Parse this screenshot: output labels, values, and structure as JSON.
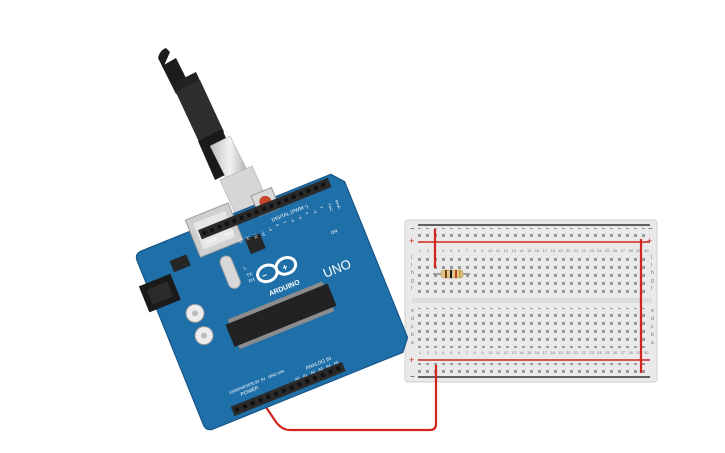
{
  "board": {
    "brand": "ARDUINO",
    "model": "UNO",
    "aref_label": "AREF",
    "gnd_label": "GND",
    "digital_label": "DIGITAL (PWM~)",
    "power_label": "POWER",
    "analog_label": "ANALOG IN",
    "ioref_label": "IOREF",
    "reset_label": "RESET",
    "v33_label": "3.3V",
    "v5_label": "5V",
    "gnd2_label": "GND",
    "vin_label": "VIN",
    "on_label": "ON",
    "tx_label": "TX",
    "rx_label": "RX",
    "l_label": "L",
    "digital_pins": [
      "13",
      "12",
      "~11",
      "~10",
      "~9",
      "8",
      "7",
      "~6",
      "~5",
      "4",
      "~3",
      "2",
      "TX▸1",
      "RX◂0"
    ],
    "analog_pins": [
      "A0",
      "A1",
      "A2",
      "A3",
      "A4",
      "A5"
    ]
  },
  "breadboard": {
    "plus_label": "+",
    "minus_label": "−",
    "row_letters_top": [
      "j",
      "i",
      "h",
      "g",
      "f"
    ],
    "row_letters_bottom": [
      "e",
      "d",
      "c",
      "b",
      "a"
    ],
    "columns": [
      "1",
      "2",
      "3",
      "4",
      "5",
      "6",
      "7",
      "8",
      "9",
      "10",
      "11",
      "12",
      "13",
      "14",
      "15",
      "16",
      "17",
      "18",
      "19",
      "20",
      "21",
      "22",
      "23",
      "24",
      "25",
      "26",
      "27",
      "28",
      "29",
      "30"
    ]
  },
  "colors": {
    "board_blue": "#1f6fa8",
    "board_blue_dark": "#17568a",
    "wire_red": "#d0241c",
    "usb_black": "#1c1c1c",
    "breadboard_body": "#e9e9e9",
    "breadboard_rail_red": "#d0241c",
    "resistor_body": "#e0c58a"
  },
  "icons": {
    "logo": "arduino-infinity-logo",
    "reset_button": "reset-button-icon",
    "usb_cable": "usb-cable-icon",
    "resistor": "resistor-icon"
  }
}
